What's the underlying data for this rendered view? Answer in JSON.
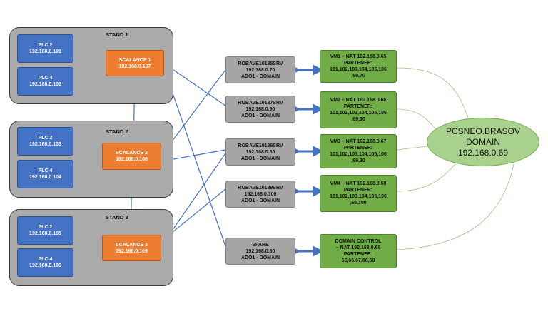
{
  "stands": [
    {
      "label": "STAND 1",
      "plcs": [
        {
          "name": "PLC 2",
          "ip": "192.168.0.101"
        },
        {
          "name": "PLC 4",
          "ip": "192.168.0.102"
        }
      ],
      "scalance": {
        "name": "SCALANCE 1",
        "ip": "192.168.0.107"
      }
    },
    {
      "label": "STAND 2",
      "plcs": [
        {
          "name": "PLC 2",
          "ip": "192.168.0.103"
        },
        {
          "name": "PLC 4",
          "ip": "192.168.0.104"
        }
      ],
      "scalance": {
        "name": "SCALANCE 2",
        "ip": "192.168.0.108"
      }
    },
    {
      "label": "STAND 3",
      "plcs": [
        {
          "name": "PLC 2",
          "ip": "192.168.0.105"
        },
        {
          "name": "PLC 4",
          "ip": "192.168.0.106"
        }
      ],
      "scalance": {
        "name": "SCALANCE 3",
        "ip": "192.168.0.109"
      }
    }
  ],
  "servers": [
    {
      "name": "ROBAVE10185SRV",
      "ip": "192.168.0.70",
      "domain": "ADO1 - DOMAIN"
    },
    {
      "name": "ROBAVE10187SRV",
      "ip": "192.168.0.90",
      "domain": "ADO1 - DOMAIN"
    },
    {
      "name": "ROBAVE10186SRV",
      "ip": "192.168.0.80",
      "domain": "ADO1 - DOMAIN"
    },
    {
      "name": "ROBAVE10189SRV",
      "ip": "192.168.0.100",
      "domain": "ADO1 - DOMAIN"
    },
    {
      "name": "SPARE",
      "ip": "192.168.0.60",
      "domain": "ADO1 - DOMAIN"
    }
  ],
  "vms": [
    {
      "title": "VM1 – NAT 192.168.0.65",
      "partener_label": "PARTENER:",
      "partener_line1": "101,102,103,104,105,106",
      "partener_line2": ",69,70"
    },
    {
      "title": "VM2 – NAT 192.168.0.66",
      "partener_label": "PARTENER:",
      "partener_line1": "101,102,103,104,105,106",
      "partener_line2": ",69,90"
    },
    {
      "title": "VM3 – NAT 192.168.0.67",
      "partener_label": "PARTENER:",
      "partener_line1": "101,102,103,104,105,106",
      "partener_line2": ",69,80"
    },
    {
      "title": "VM4 – NAT 192.168.0.68",
      "partener_label": "PARTENER:",
      "partener_line1": "101,102,103,104,105,106",
      "partener_line2": ",69,100"
    },
    {
      "title": "DOMAIN CONTROL",
      "partener_label": "– NAT 192.168.0.69",
      "partener_line1": "PARTENER:",
      "partener_line2": "65,66,67,68,60"
    }
  ],
  "domain": {
    "line1": "PCSNEO.BRASOV",
    "line2": "DOMAIN",
    "line3": "192.168.0.69"
  },
  "colors": {
    "plc": "#4472c4",
    "scalance": "#ed7d31",
    "server": "#a5a5a5",
    "vm": "#70ad47",
    "domain": "#a9d18e",
    "link": "#4472c4",
    "stand": "#aaaaaa"
  }
}
